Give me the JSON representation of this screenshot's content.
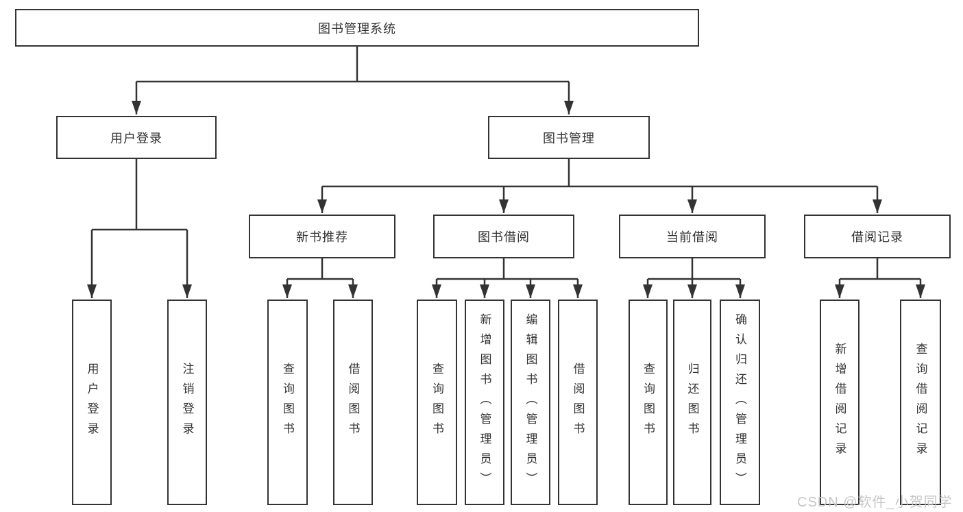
{
  "diagram": {
    "root": "图书管理系统",
    "branches": [
      {
        "label": "用户登录",
        "leaves": [
          "用户登录",
          "注销登录"
        ]
      },
      {
        "label": "图书管理",
        "groups": [
          {
            "label": "新书推荐",
            "leaves": [
              "查询图书",
              "借阅图书"
            ]
          },
          {
            "label": "图书借阅",
            "leaves": [
              "查询图书",
              "新增图书（管理员）",
              "编辑图书（管理员）",
              "借阅图书"
            ]
          },
          {
            "label": "当前借阅",
            "leaves": [
              "查询图书",
              "归还图书",
              "确认归还（管理员）"
            ]
          },
          {
            "label": "借阅记录",
            "leaves": [
              "新增借阅记录",
              "查询借阅记录"
            ]
          }
        ]
      }
    ]
  },
  "watermark": "CSDN @软件_小贺同学",
  "colors": {
    "line": "#333333",
    "box_border": "#333333",
    "box_fill": "#ffffff",
    "text": "#333333",
    "watermark": "#c3c3c3",
    "background": "#ffffff"
  }
}
